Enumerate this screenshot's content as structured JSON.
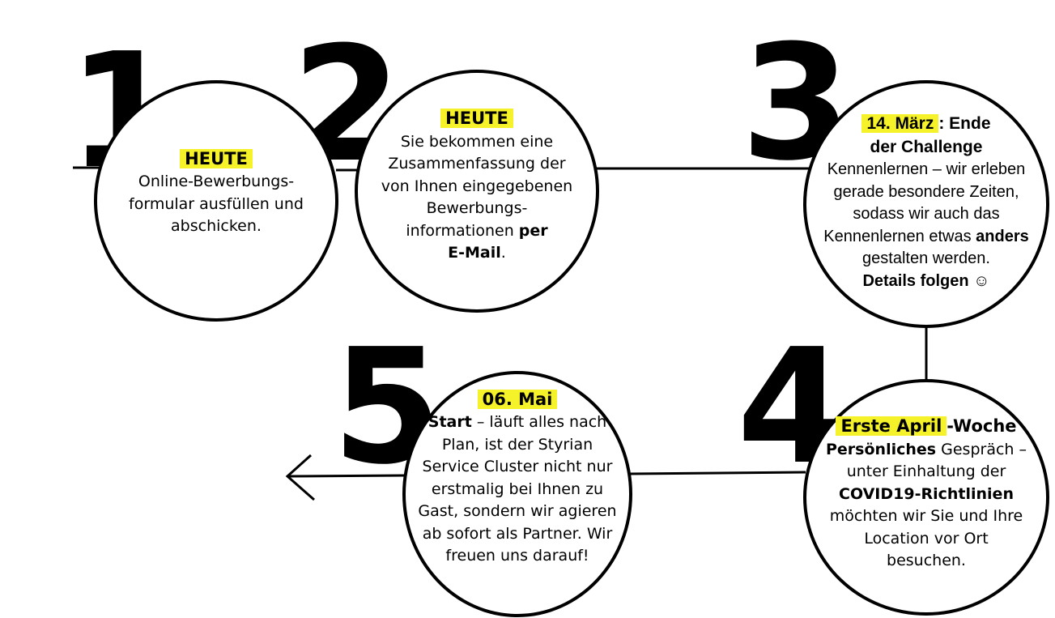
{
  "steps": [
    {
      "number": "1",
      "highlight": "HEUTE",
      "lines": [
        "Online-Bewerbungs-",
        "formular ausfüllen und",
        "abschicken."
      ]
    },
    {
      "number": "2",
      "highlight": "HEUTE",
      "lines": [
        "Sie bekommen eine",
        "Zusammenfassung der",
        "von Ihnen eingegebenen",
        "Bewerbungs-"
      ],
      "line5_pre": "informationen ",
      "line5_bold": "per",
      "line6_bold": "E-Mail",
      "line6_post": "."
    },
    {
      "number": "3",
      "highlight": "14. März",
      "head_rest": ": Ende",
      "head_line2": "der Challenge",
      "lines": [
        "Kennenlernen – wir erleben",
        "gerade besondere Zeiten,",
        "sodass wir auch das"
      ],
      "line4_pre": "Kennenlernen etwas ",
      "line4_bold": "anders",
      "line5": "gestalten werden.",
      "details": "Details folgen ☺"
    },
    {
      "number": "4",
      "highlight": "Erste April",
      "head_rest": "-Woche",
      "line1_bold": "Persönliches",
      "line1_post": " Gespräch –",
      "line2": "unter Einhaltung der",
      "line3_bold": "COVID19-Richtlinien",
      "lines": [
        "möchten wir Sie und Ihre",
        "Location vor Ort",
        "besuchen."
      ]
    },
    {
      "number": "5",
      "highlight": "06. Mai",
      "line1_bold": "Start",
      "line1_post": " – läuft alles nach",
      "lines": [
        "Plan, ist der Styrian",
        "Service Cluster nicht nur",
        "erstmalig bei Ihnen zu",
        "Gast, sondern wir agieren",
        "ab sofort als Partner. Wir",
        "freuen uns darauf!"
      ]
    }
  ],
  "colors": {
    "highlight": "#f5f22a",
    "ink": "#000000"
  }
}
